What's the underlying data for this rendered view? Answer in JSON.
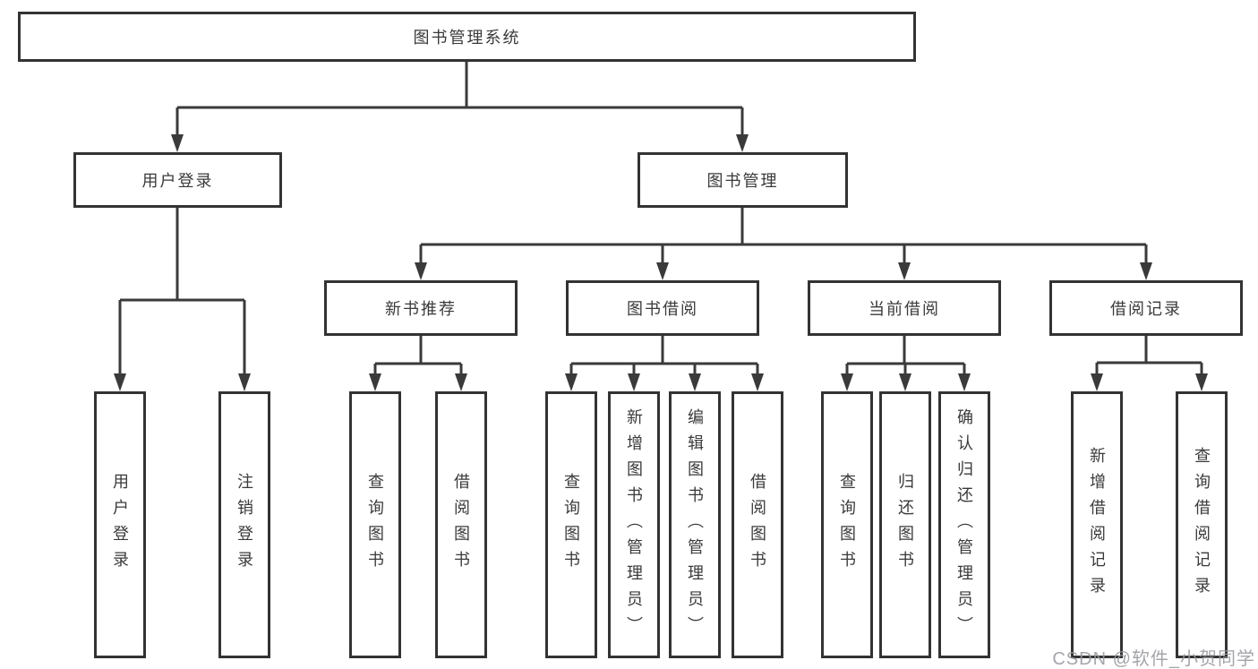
{
  "tree": {
    "root": {
      "label": "图书管理系统"
    },
    "branches": [
      {
        "label": "用户登录",
        "children": [
          {
            "label": "用户登录"
          },
          {
            "label": "注销登录"
          }
        ]
      },
      {
        "label": "图书管理",
        "children": [
          {
            "label": "新书推荐",
            "children": [
              {
                "label": "查询图书"
              },
              {
                "label": "借阅图书"
              }
            ]
          },
          {
            "label": "图书借阅",
            "children": [
              {
                "label": "查询图书"
              },
              {
                "label": "新增图书（管理员）"
              },
              {
                "label": "编辑图书（管理员）"
              },
              {
                "label": "借阅图书"
              }
            ]
          },
          {
            "label": "当前借阅",
            "children": [
              {
                "label": "查询图书"
              },
              {
                "label": "归还图书"
              },
              {
                "label": "确认归还（管理员）"
              }
            ]
          },
          {
            "label": "借阅记录",
            "children": [
              {
                "label": "新增借阅记录"
              },
              {
                "label": "查询借阅记录"
              }
            ]
          }
        ]
      }
    ]
  },
  "watermark": {
    "text": "CSDN @软件_小贺同学"
  },
  "colors": {
    "line": "#3a3a3a",
    "border": "#333333",
    "text": "#3a3a3a",
    "background": "#ffffff",
    "watermark": "#96989e"
  }
}
